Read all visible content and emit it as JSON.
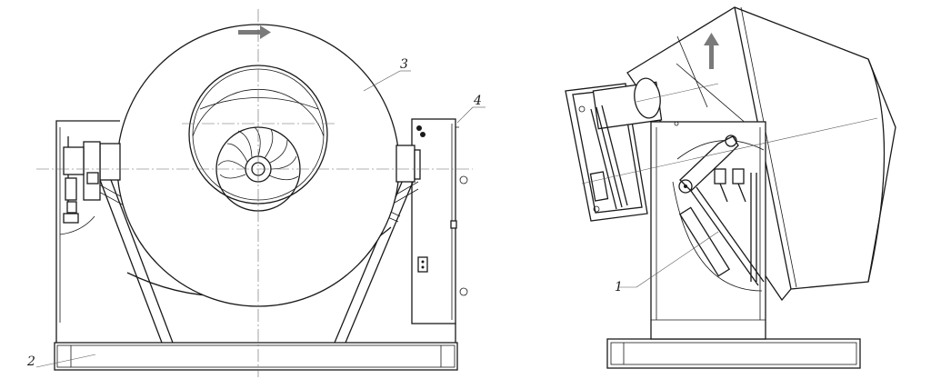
{
  "labels": {
    "part_1": "1",
    "part_2": "2",
    "part_3": "3",
    "part_4": "4"
  },
  "colors": {
    "line": "#1a1a1a",
    "arrow": "#7a7a7a",
    "background": "#ffffff"
  },
  "icons": [
    "rotation-arrow-right",
    "rotation-arrow-up"
  ]
}
